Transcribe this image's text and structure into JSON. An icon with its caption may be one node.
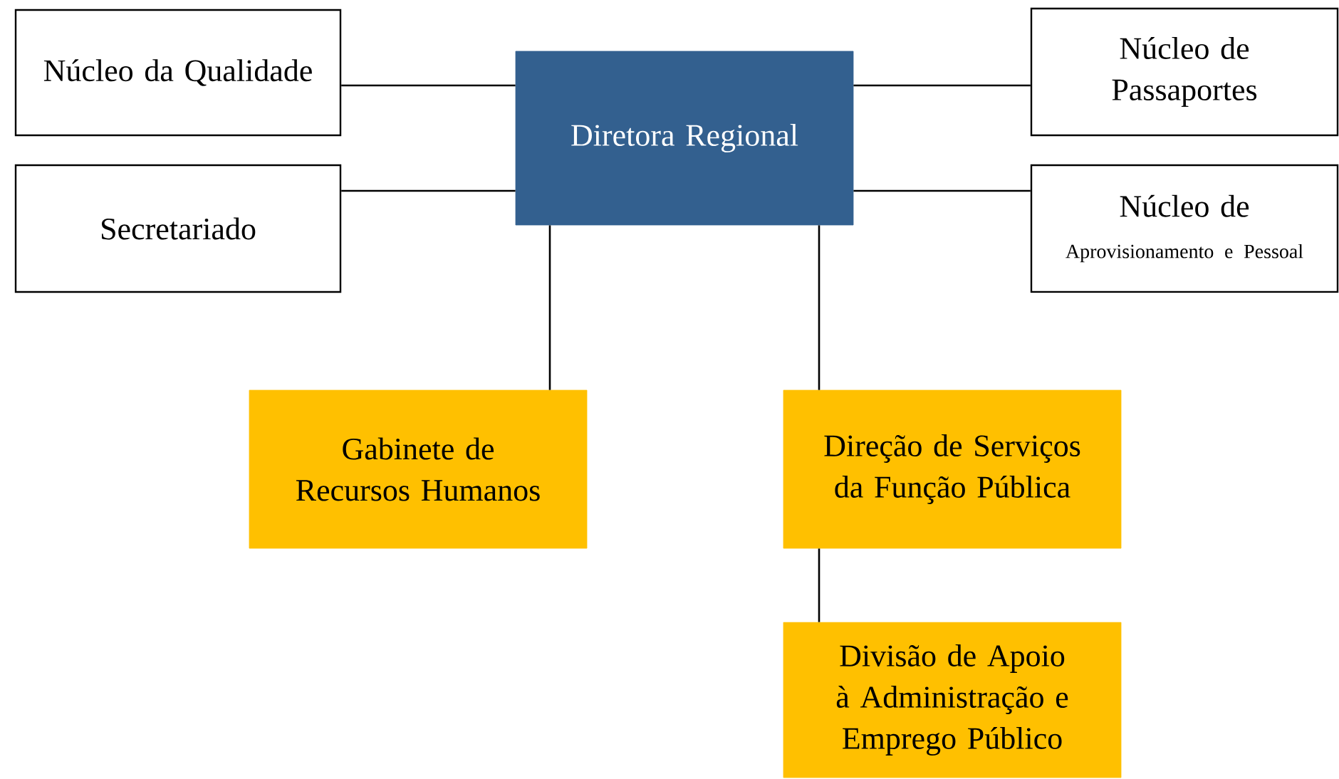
{
  "diagram": {
    "nodes": [
      {
        "text": [
          "Diretora Regional"
        ]
      },
      {
        "text": [
          "Núcleo da Qualidade"
        ]
      },
      {
        "text": [
          "Núcleo de Passaportes"
        ]
      },
      {
        "text": [
          "Secretariado"
        ]
      },
      {
        "text": [
          "Núcleo de",
          "Aprovisionamento e Pessoal"
        ]
      },
      {
        "text": [
          "Gabinete de Recursos Humanos"
        ]
      },
      {
        "text": [
          "Direção de Serviços da Função Pública"
        ]
      },
      {
        "text": [
          "Divisão de Apoio à Administração e Emprego Público"
        ]
      }
    ],
    "edges": [
      {
        "from": 1,
        "to": 0,
        "arrow": "none"
      },
      {
        "from": 0,
        "to": 2,
        "arrow": "none"
      },
      {
        "from": 3,
        "to": 0,
        "arrow": "none"
      },
      {
        "from": 0,
        "to": 4,
        "arrow": "none"
      },
      {
        "from": 0,
        "to": 5,
        "arrow": "none"
      },
      {
        "from": 0,
        "to": 6,
        "arrow": "none"
      },
      {
        "from": 6,
        "to": 7,
        "arrow": "none"
      }
    ]
  }
}
